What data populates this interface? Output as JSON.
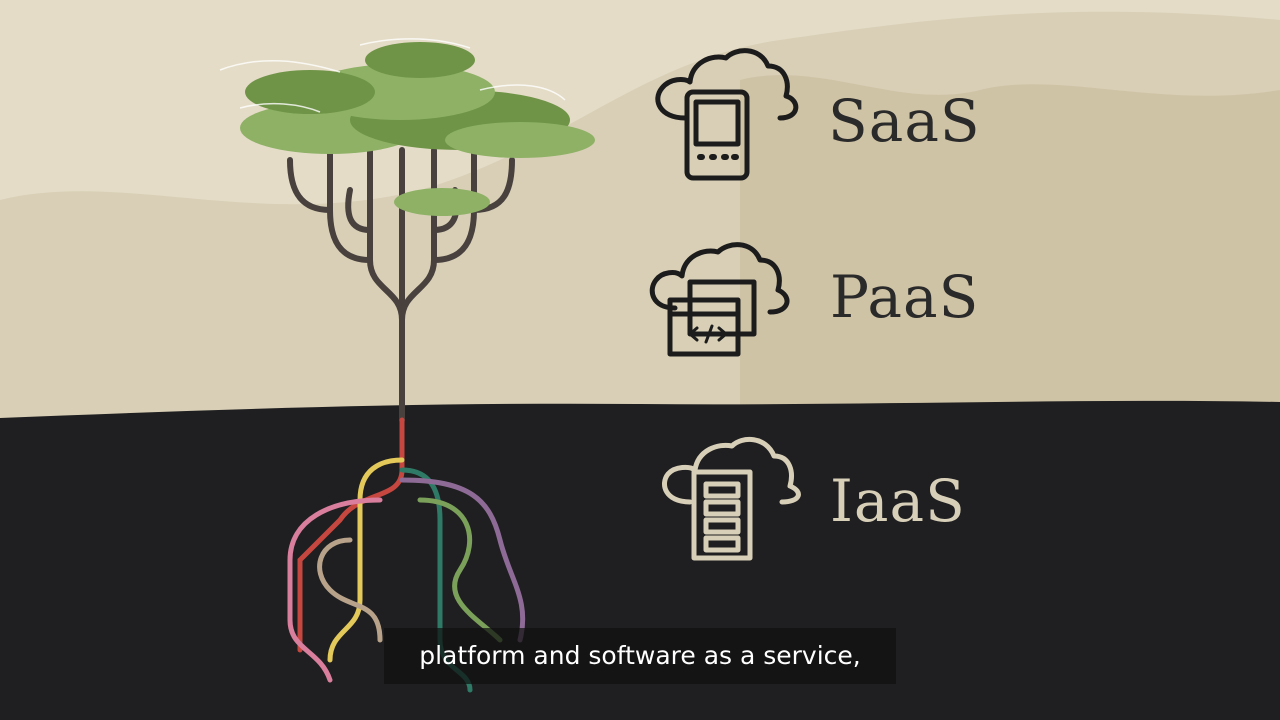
{
  "colors": {
    "sky": "#e4dcc7",
    "hills_light": "#d9cfb6",
    "hills_dark": "#cfc3a6",
    "ground": "#1f1f21",
    "tree_trunk": "#48413e",
    "foliage": "#8eb166",
    "foliage_dark": "#6f9447",
    "icon_stroke_light_bg": "#1c1c1c",
    "icon_stroke_dark_bg": "#d8cfb8",
    "label_text_light_bg": "#2a2a2a",
    "label_text_dark_bg": "#d8cfb8",
    "caption_text": "#ffffff",
    "roots": [
      "#c6473f",
      "#e3c85a",
      "#2e7a66",
      "#8e6b97",
      "#d97e9d",
      "#7aa05a",
      "#b8a38a"
    ]
  },
  "services": [
    {
      "label": "SaaS",
      "icon": "cloud-tablet-icon"
    },
    {
      "label": "PaaS",
      "icon": "cloud-code-window-icon"
    },
    {
      "label": "IaaS",
      "icon": "cloud-server-rack-icon"
    }
  ],
  "caption": {
    "text": "platform and software as a service,"
  }
}
